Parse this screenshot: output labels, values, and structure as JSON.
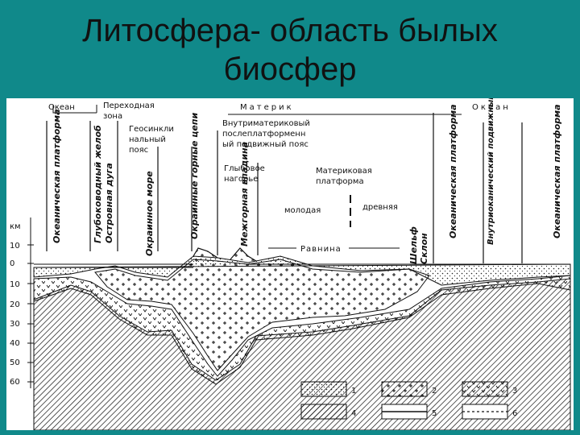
{
  "slide": {
    "title_line1": "Литосфера- область былых",
    "title_line2": "биосфер"
  },
  "diagram": {
    "headers": {
      "ocean_left": "Океан",
      "transition_zone_1": "Переходная",
      "transition_zone_2": "зона",
      "continent": "Материк",
      "ocean_right": "Океан"
    },
    "labels": {
      "geosyncline_1": "Геосинкли",
      "geosyncline_2": "нальный",
      "geosyncline_3": "пояс",
      "mobile_belt_1": "Внутриматериковый",
      "mobile_belt_2": "послеплатформенн",
      "mobile_belt_3": "ый подвижный пояс",
      "deep_highland_1": "Глыбовое",
      "deep_highland_2": "нагорье",
      "platform_1": "Материковая",
      "platform_2": "платформа",
      "young": "молодая",
      "ancient": "древняя",
      "plain": "Равнина"
    },
    "vertical_labels": {
      "oceanic_platform_left": "Океаническая платформа",
      "deep_trench": "Глубоководный желоб",
      "island_arc": "Островная дуга",
      "inner_sea": "Окраинное море",
      "marginal_mountains": "Окраинные горные цепи",
      "intermontane_basin": "Межгорная впадина",
      "shelf": "Шельф",
      "slope": "Склон",
      "oceanic_platform_right": "Океаническая платформа",
      "intraoceanic_belt": "Внутриоканический подвижный пояс"
    },
    "depth_axis": {
      "unit": "км",
      "ticks": [
        "10",
        "0",
        "10",
        "20",
        "30",
        "40",
        "50",
        "60"
      ]
    },
    "legend": [
      "1",
      "2",
      "3",
      "4",
      "5",
      "6"
    ]
  }
}
